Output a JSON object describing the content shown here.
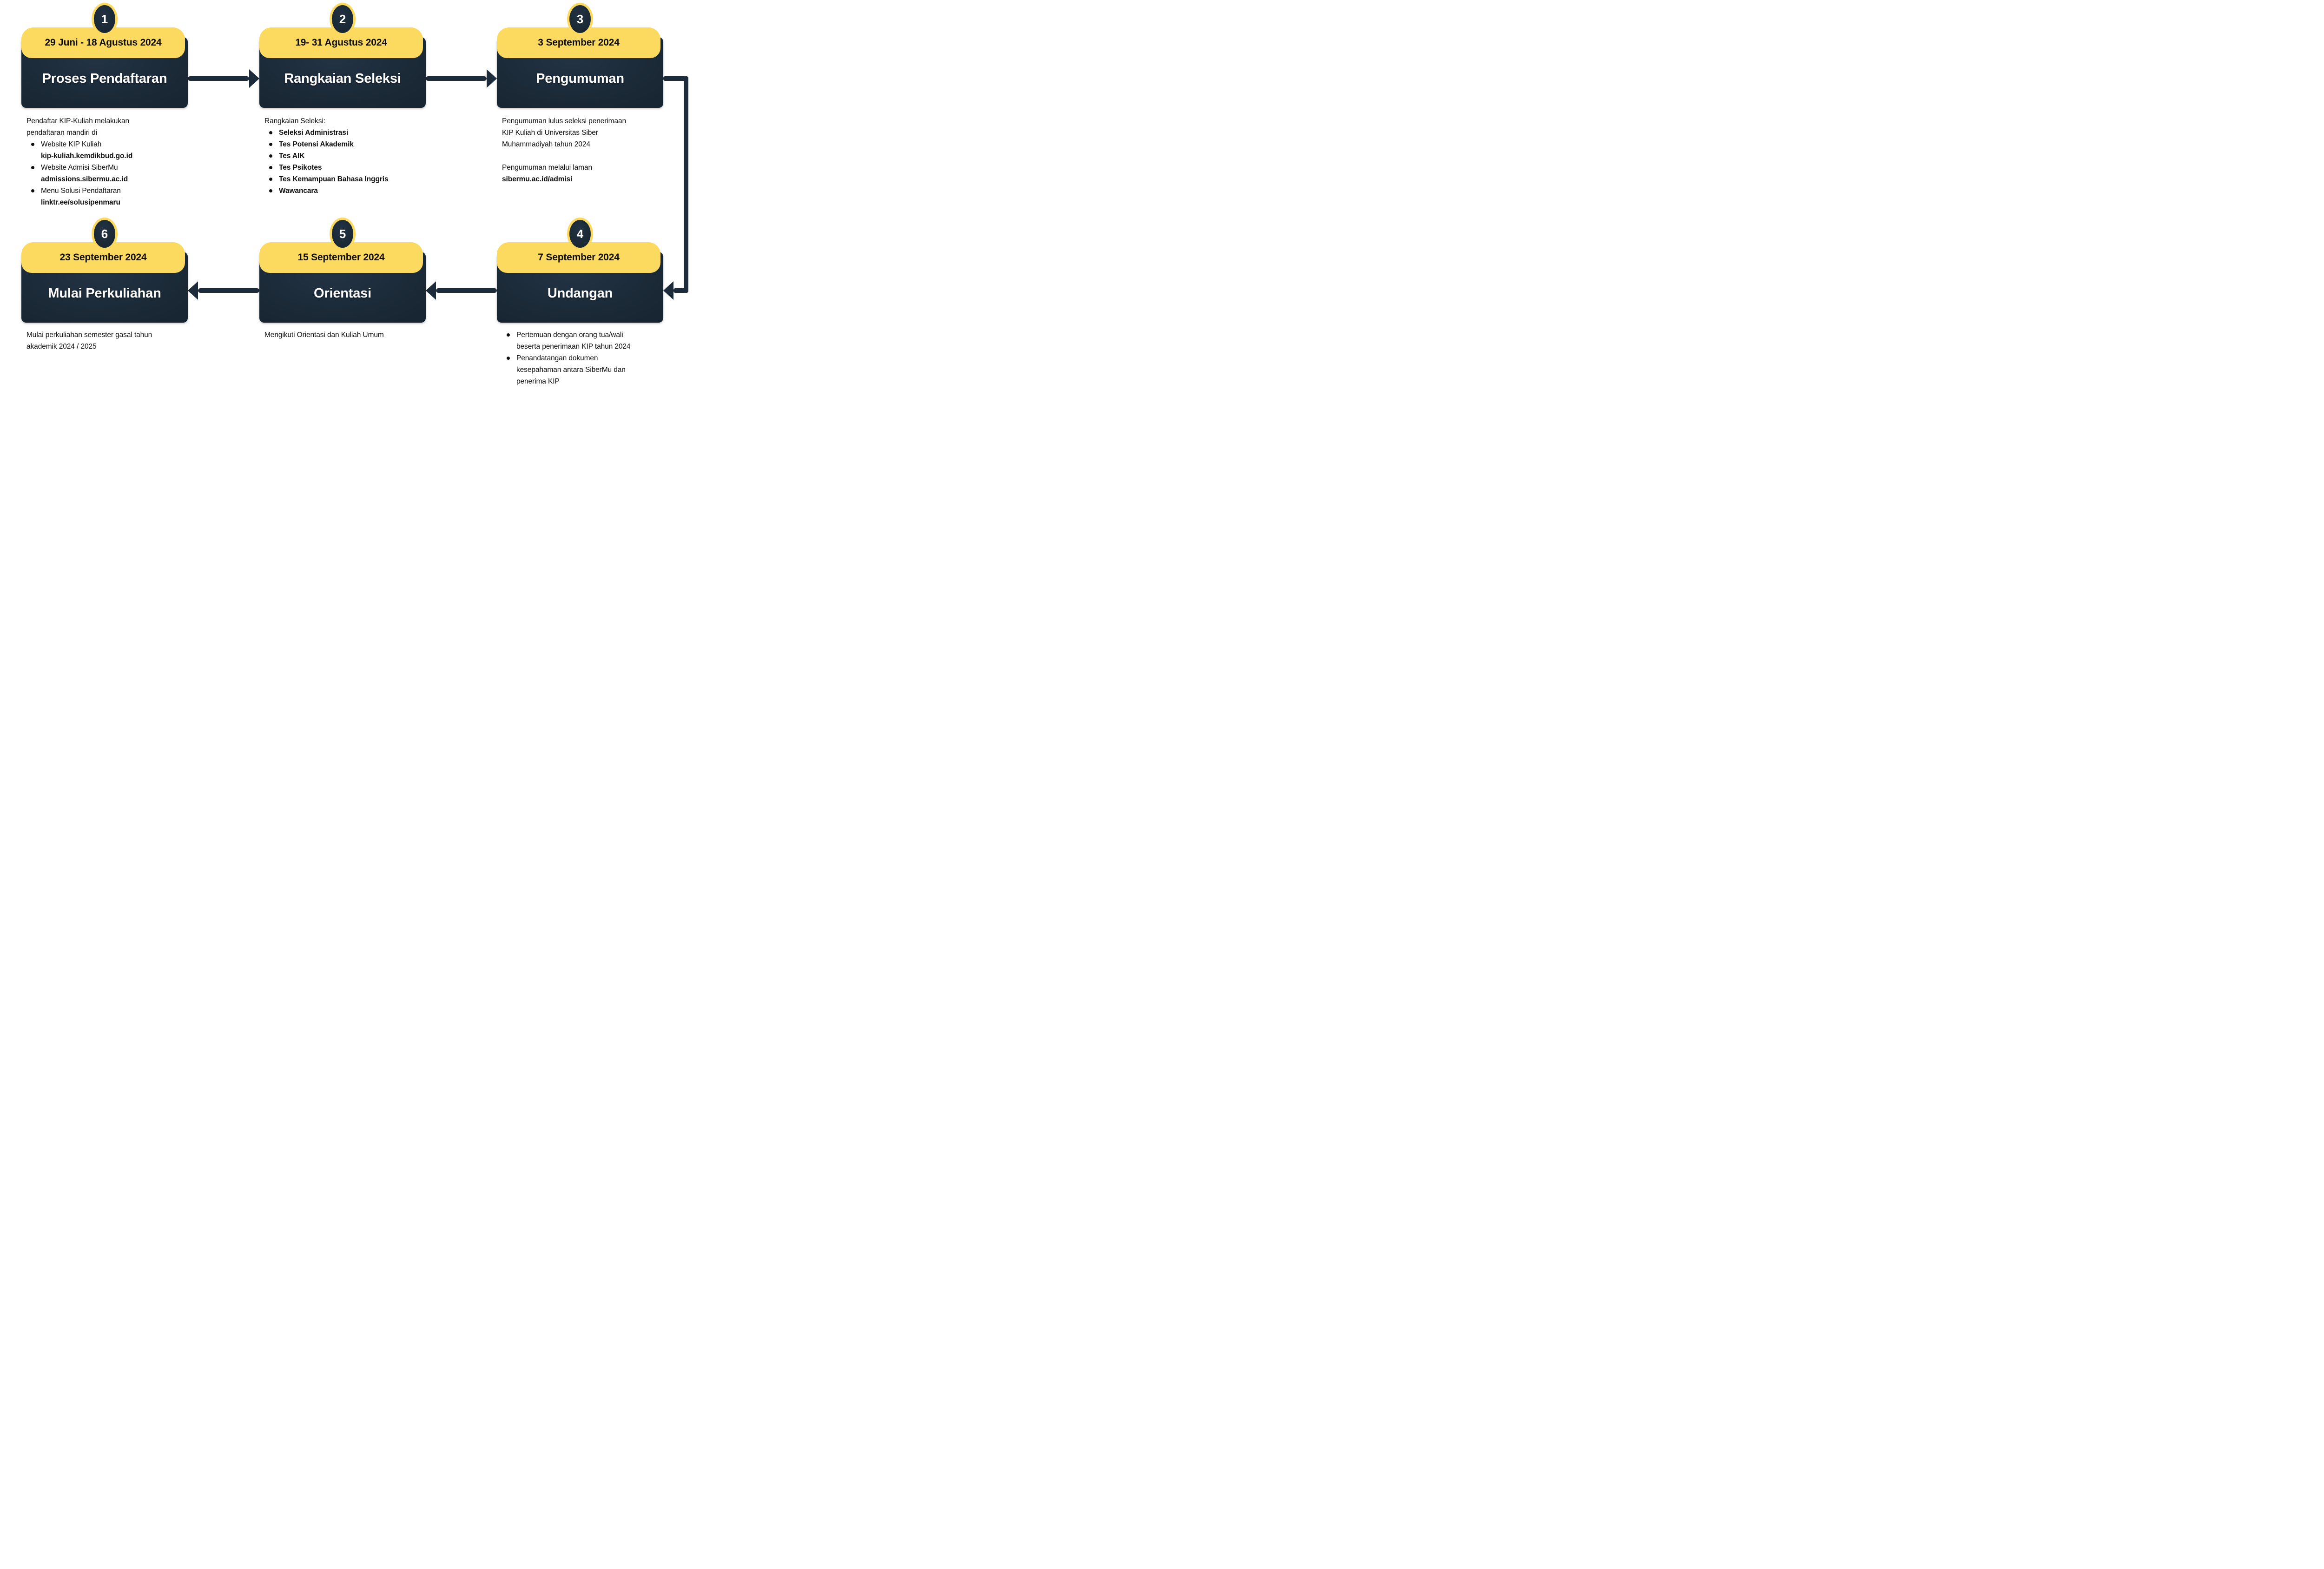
{
  "colors": {
    "yellow": "#fcd95f",
    "navy": "#1c2b39",
    "navy_deep": "#101c28",
    "arrow": "#1d2c3a",
    "text": "#101010",
    "title_text": "#ffffff"
  },
  "steps": [
    {
      "number": "1",
      "date": "29 Juni - 18 Agustus 2024",
      "title": "Proses Pendaftaran",
      "desc": [
        {
          "type": "p",
          "lines": [
            "Pendaftar KIP-Kuliah melakukan",
            "pendaftaran mandiri di"
          ]
        },
        {
          "type": "li",
          "lines": [
            "Website KIP Kuliah"
          ],
          "bold_lines": [
            "kip-kuliah.kemdikbud.go.id"
          ]
        },
        {
          "type": "li",
          "lines": [
            "Website Admisi SiberMu"
          ],
          "bold_lines": [
            "admissions.sibermu.ac.id"
          ]
        },
        {
          "type": "li",
          "lines": [
            "Menu Solusi Pendaftaran"
          ],
          "bold_lines": [
            "linktr.ee/solusipenmaru"
          ]
        }
      ]
    },
    {
      "number": "2",
      "date": "19- 31 Agustus 2024",
      "title": "Rangkaian Seleksi",
      "desc": [
        {
          "type": "p",
          "lines": [
            "Rangkaian Seleksi:"
          ]
        },
        {
          "type": "li",
          "bold": true,
          "lines": [
            "Seleksi Administrasi"
          ]
        },
        {
          "type": "li",
          "bold": true,
          "lines": [
            "Tes Potensi Akademik"
          ]
        },
        {
          "type": "li",
          "bold": true,
          "lines": [
            "Tes AIK"
          ]
        },
        {
          "type": "li",
          "bold": true,
          "lines": [
            "Tes Psikotes"
          ]
        },
        {
          "type": "li",
          "bold": true,
          "lines": [
            "Tes Kemampuan Bahasa Inggris"
          ]
        },
        {
          "type": "li",
          "bold": true,
          "lines": [
            "Wawancara"
          ]
        }
      ]
    },
    {
      "number": "3",
      "date": "3 September 2024",
      "title": "Pengumuman",
      "desc": [
        {
          "type": "p",
          "lines": [
            "Pengumuman lulus seleksi penerimaan",
            "KIP Kuliah di Universitas Siber",
            "Muhammadiyah tahun 2024"
          ]
        },
        {
          "type": "gap"
        },
        {
          "type": "p",
          "lines": [
            "Pengumuman melalui laman"
          ],
          "bold_lines": [
            "sibermu.ac.id/admisi"
          ]
        }
      ]
    },
    {
      "number": "4",
      "date": "7 September 2024",
      "title": "Undangan",
      "desc": [
        {
          "type": "li",
          "lines": [
            "Pertemuan dengan orang tua/wali",
            "beserta penerimaan KIP tahun 2024"
          ]
        },
        {
          "type": "li",
          "lines": [
            "Penandatangan dokumen",
            "kesepahaman antara SiberMu dan",
            "penerima KIP"
          ]
        }
      ]
    },
    {
      "number": "5",
      "date": "15 September 2024",
      "title": "Orientasi",
      "desc": [
        {
          "type": "p",
          "lines": [
            "Mengikuti Orientasi dan Kuliah Umum"
          ]
        }
      ]
    },
    {
      "number": "6",
      "date": "23 September 2024",
      "title": "Mulai Perkuliahan",
      "desc": [
        {
          "type": "p",
          "lines": [
            "Mulai perkuliahan semester gasal tahun",
            "akademik 2024 / 2025"
          ]
        }
      ]
    }
  ]
}
